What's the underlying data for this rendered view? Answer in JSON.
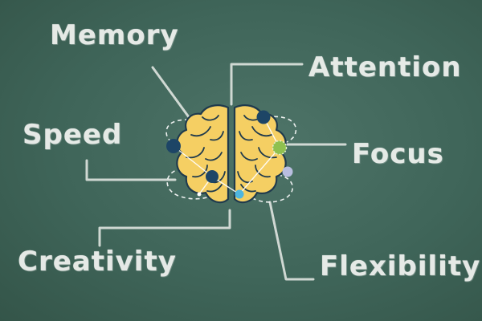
{
  "labels": {
    "memory": "Memory",
    "attention": "Attention",
    "speed": "Speed",
    "focus": "Focus",
    "creativity": "Creativity",
    "flexibility": "Flexibility"
  },
  "colors": {
    "background": "#3f6559",
    "chalk": "#f2f4f1",
    "brain_fill": "#f5cf63",
    "brain_outline": "#1f3a4d",
    "dot_navy": "#1d4566",
    "dot_green": "#8fc04f",
    "dot_lavender": "#b9bedf",
    "dot_cyan": "#4fb6e0"
  },
  "icons": {
    "brain": "brain-icon"
  }
}
